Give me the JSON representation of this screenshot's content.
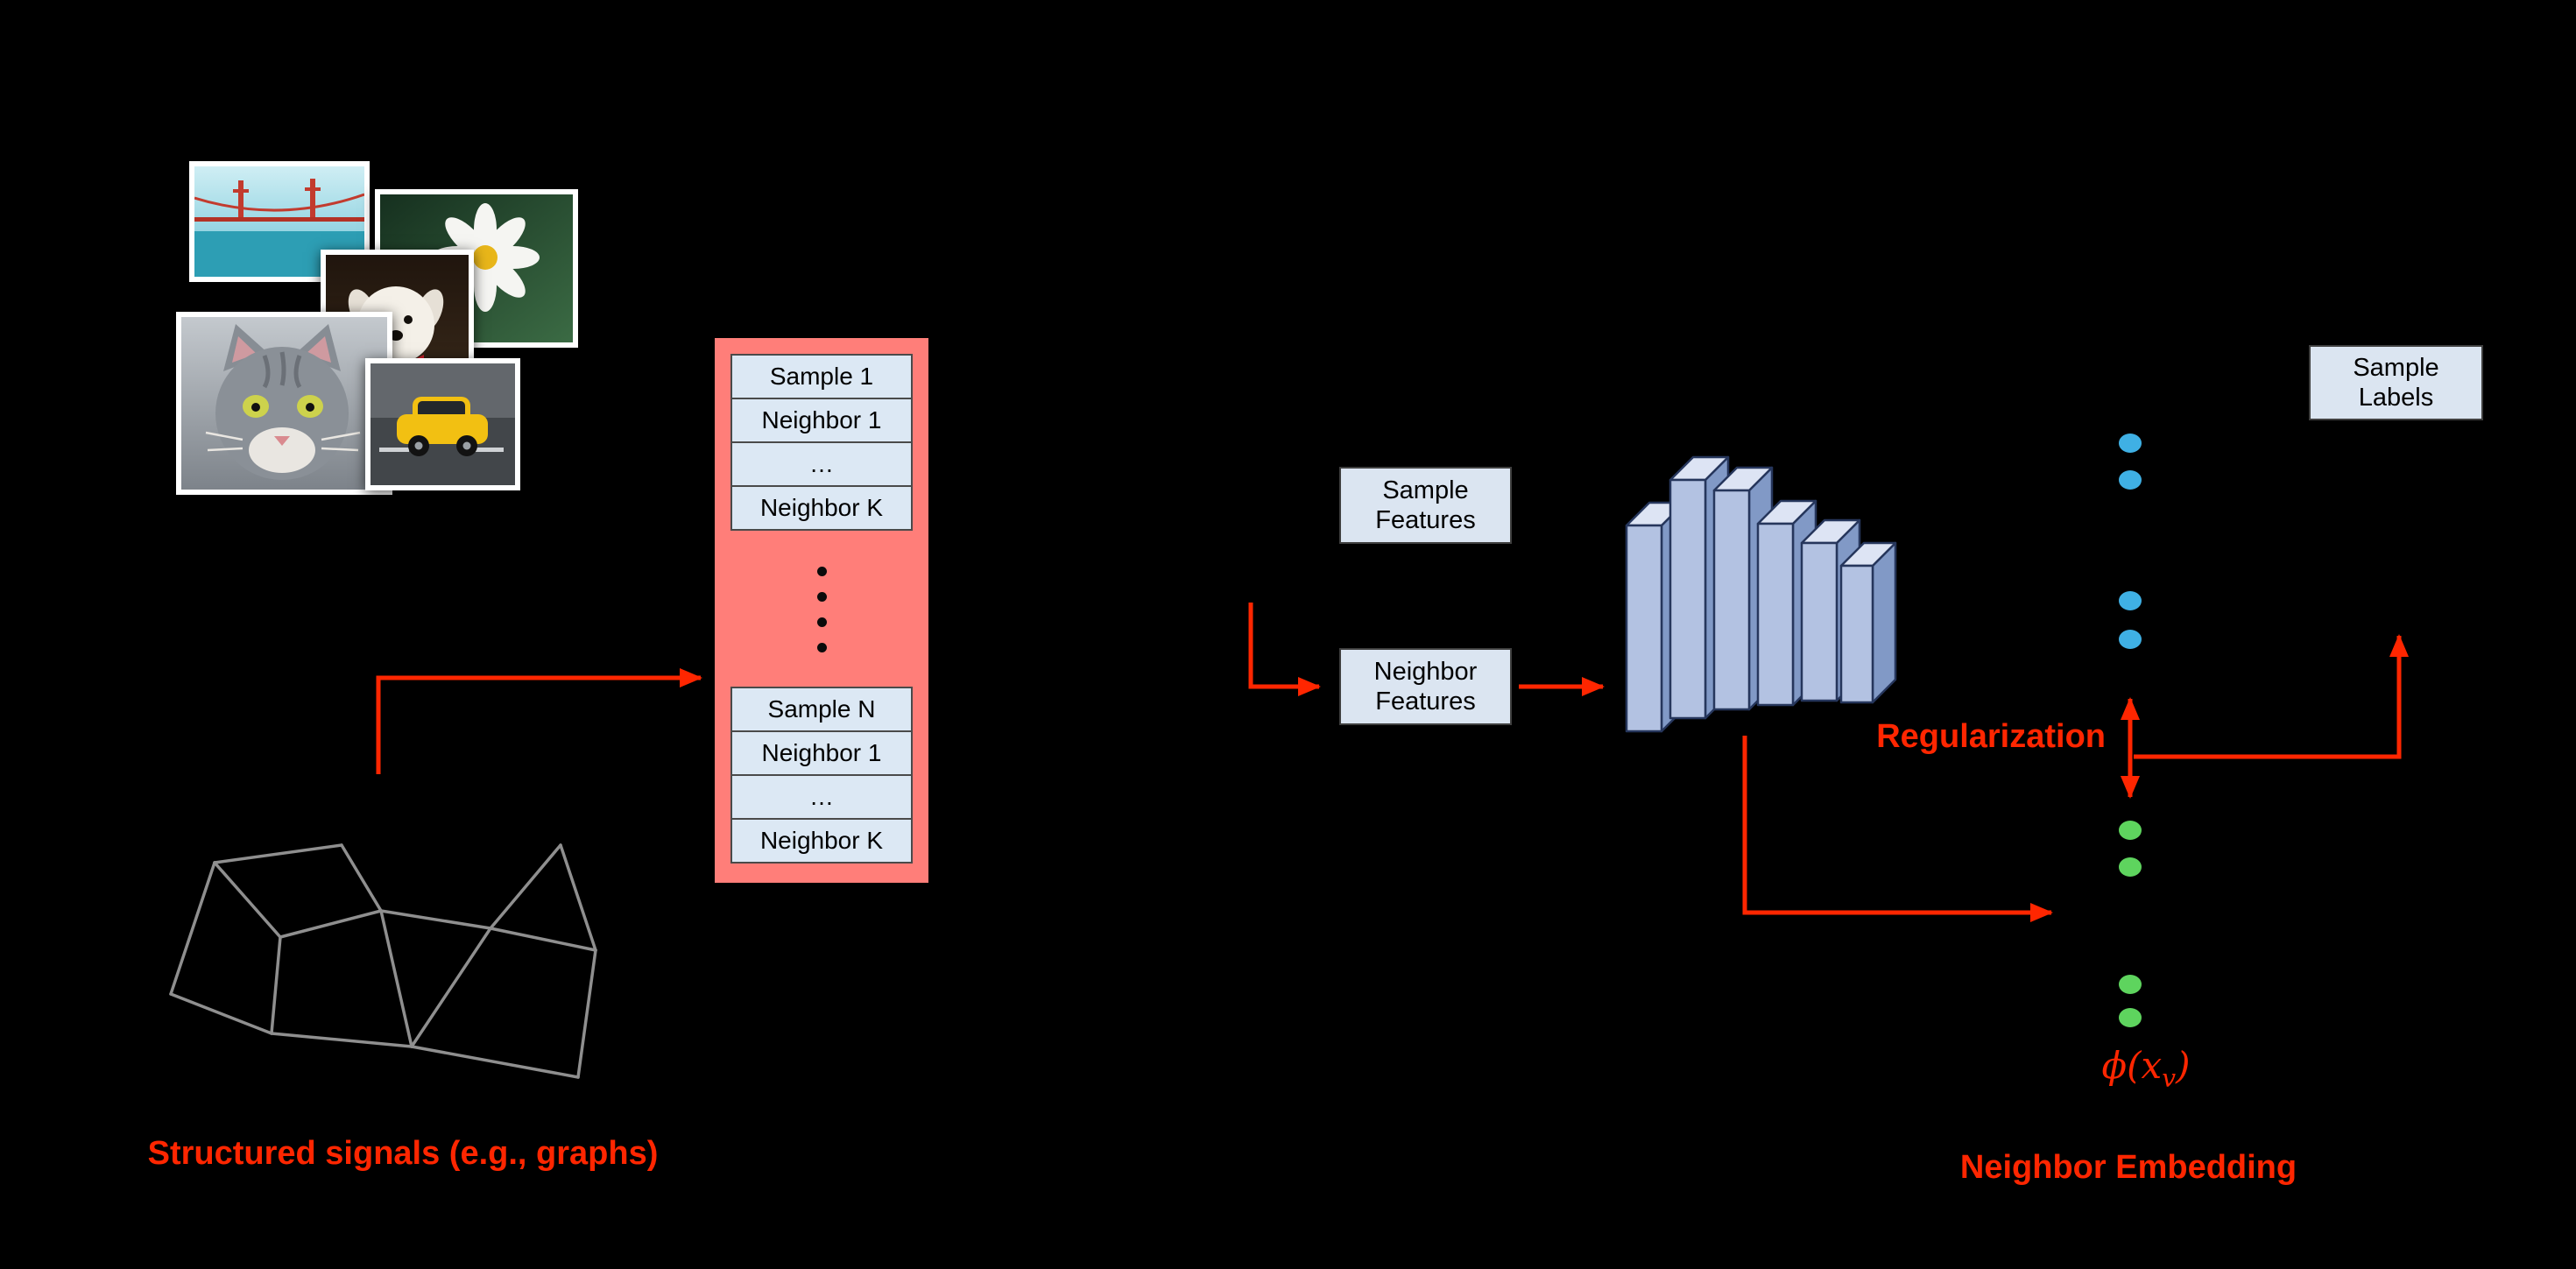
{
  "colors": {
    "background": "#000000",
    "accent_red": "#ff2600",
    "table_background": "#ff7e79",
    "table_row_background": "#dce8f4",
    "box_background": "#dbe5f1",
    "network_fill": "#b3c2e2",
    "graph_edge_gray": "#8f8f8f",
    "node_blue": "#3fb0e4",
    "node_green": "#5ed45e"
  },
  "batch_table": {
    "group1": [
      "Sample 1",
      "Neighbor 1",
      "…",
      "Neighbor K"
    ],
    "group2": [
      "Sample N",
      "Neighbor 1",
      "…",
      "Neighbor K"
    ]
  },
  "boxes": {
    "sample_features": {
      "lines": [
        "Sample",
        "Features"
      ]
    },
    "neighbor_features": {
      "lines": [
        "Neighbor",
        "Features"
      ]
    },
    "sample_labels": {
      "lines": [
        "Sample",
        "Labels"
      ]
    }
  },
  "captions": {
    "structured_signals": "Structured signals (e.g., graphs)",
    "regularization": "Regularization",
    "neighbor_embedding": "Neighbor Embedding"
  },
  "phi": {
    "open": "ϕ(x",
    "sub": "v",
    "close": ")"
  },
  "icons": {
    "photos": [
      "bridge-photo",
      "flower-photo",
      "dog-photo",
      "cat-photo",
      "car-photo"
    ],
    "network": "neural-network-icon",
    "graph": "structured-graph-icon"
  }
}
